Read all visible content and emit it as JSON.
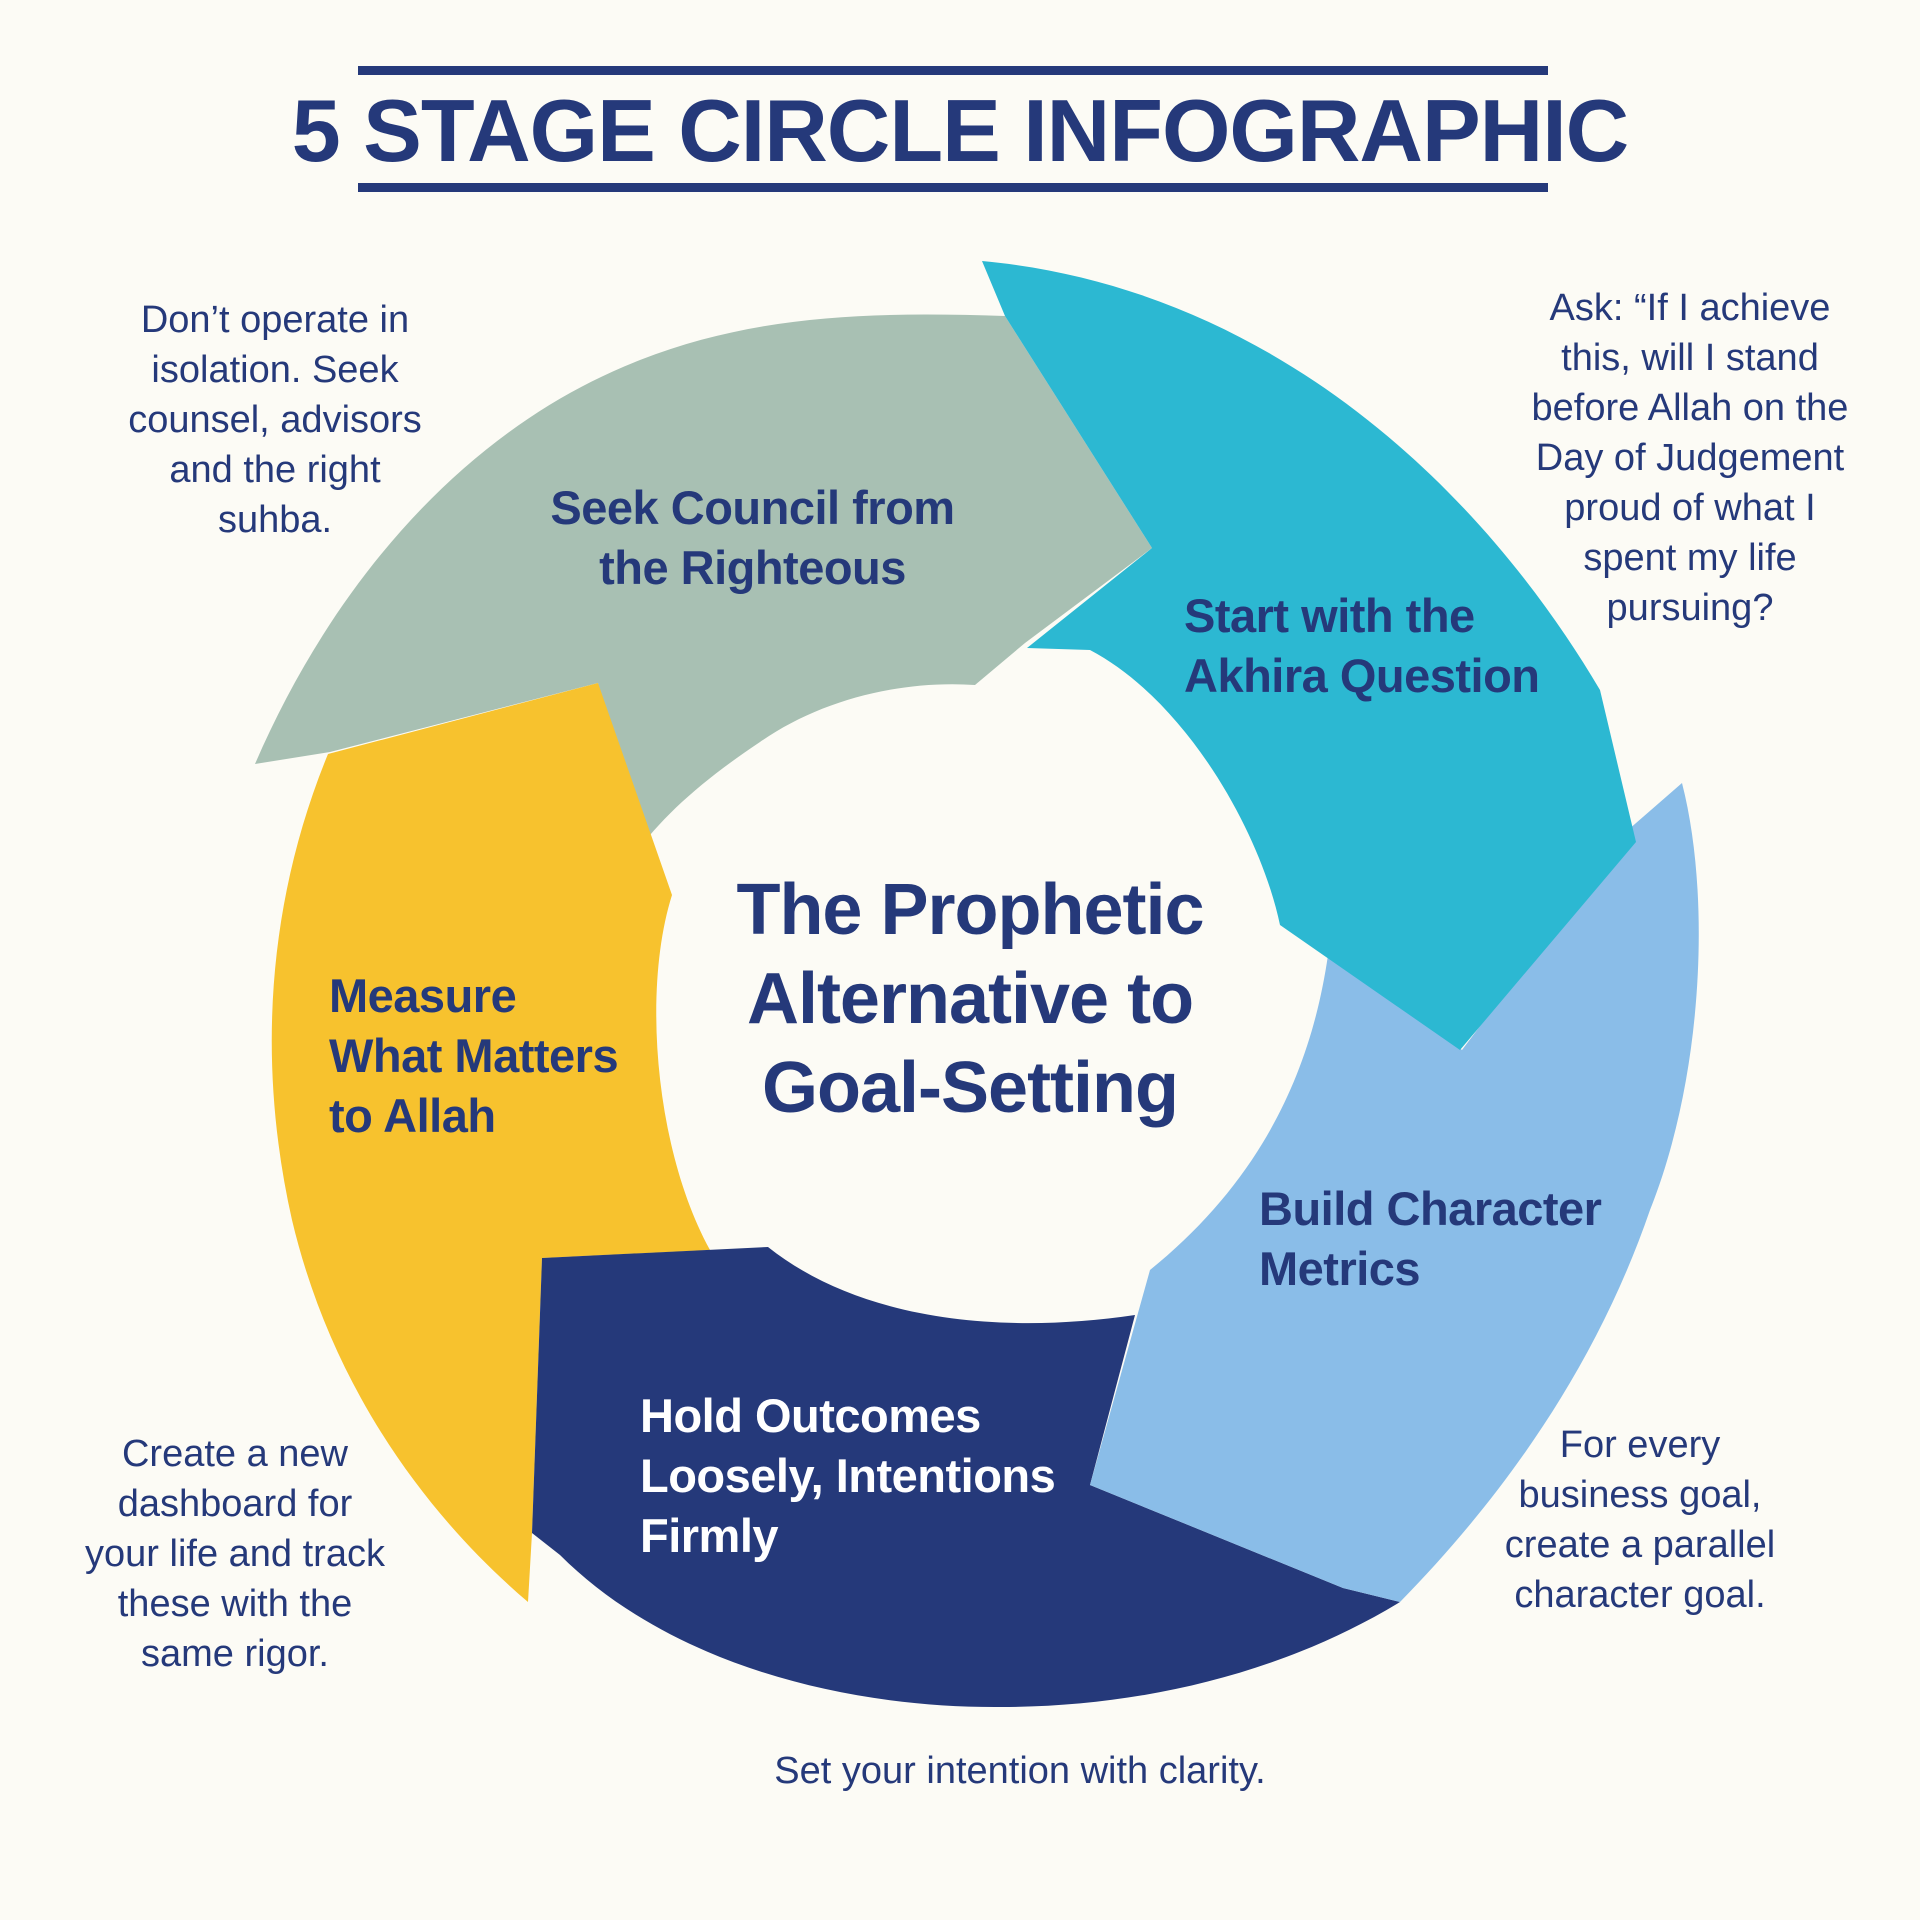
{
  "title": "5 STAGE CIRCLE INFOGRAPHIC",
  "center_text": [
    "The Prophetic",
    "Alternative to",
    "Goal-Setting"
  ],
  "colors": {
    "background": "#FCFBF5",
    "navy": "#25397A",
    "sage": "#A8C0B3",
    "teal": "#2CB8D2",
    "light_blue": "#8ABDE8",
    "yellow": "#F7C22E"
  },
  "stages": [
    {
      "label": [
        "Seek Council from",
        "the Righteous"
      ],
      "color": "sage",
      "note": [
        "Don’t operate in",
        "isolation. Seek",
        "counsel, advisors",
        "and the right",
        "suhba."
      ]
    },
    {
      "label": [
        "Start with the",
        "Akhira Question"
      ],
      "color": "teal",
      "note": [
        "Ask: “If I achieve",
        "this, will I stand",
        "before Allah on the",
        "Day of Judgement",
        "proud of what I",
        "spent my life",
        "pursuing?"
      ]
    },
    {
      "label": [
        "Build Character",
        "Metrics"
      ],
      "color": "light_blue",
      "note": [
        "For every",
        "business goal,",
        "create a parallel",
        "character goal."
      ]
    },
    {
      "label": [
        "Hold Outcomes",
        "Loosely, Intentions",
        "Firmly"
      ],
      "color": "navy",
      "note": [
        "Set your intention with clarity."
      ]
    },
    {
      "label": [
        "Measure",
        "What Matters",
        "to Allah"
      ],
      "color": "yellow",
      "note": [
        "Create a new",
        "dashboard for",
        "your life and track",
        "these with the",
        "same rigor."
      ]
    }
  ]
}
